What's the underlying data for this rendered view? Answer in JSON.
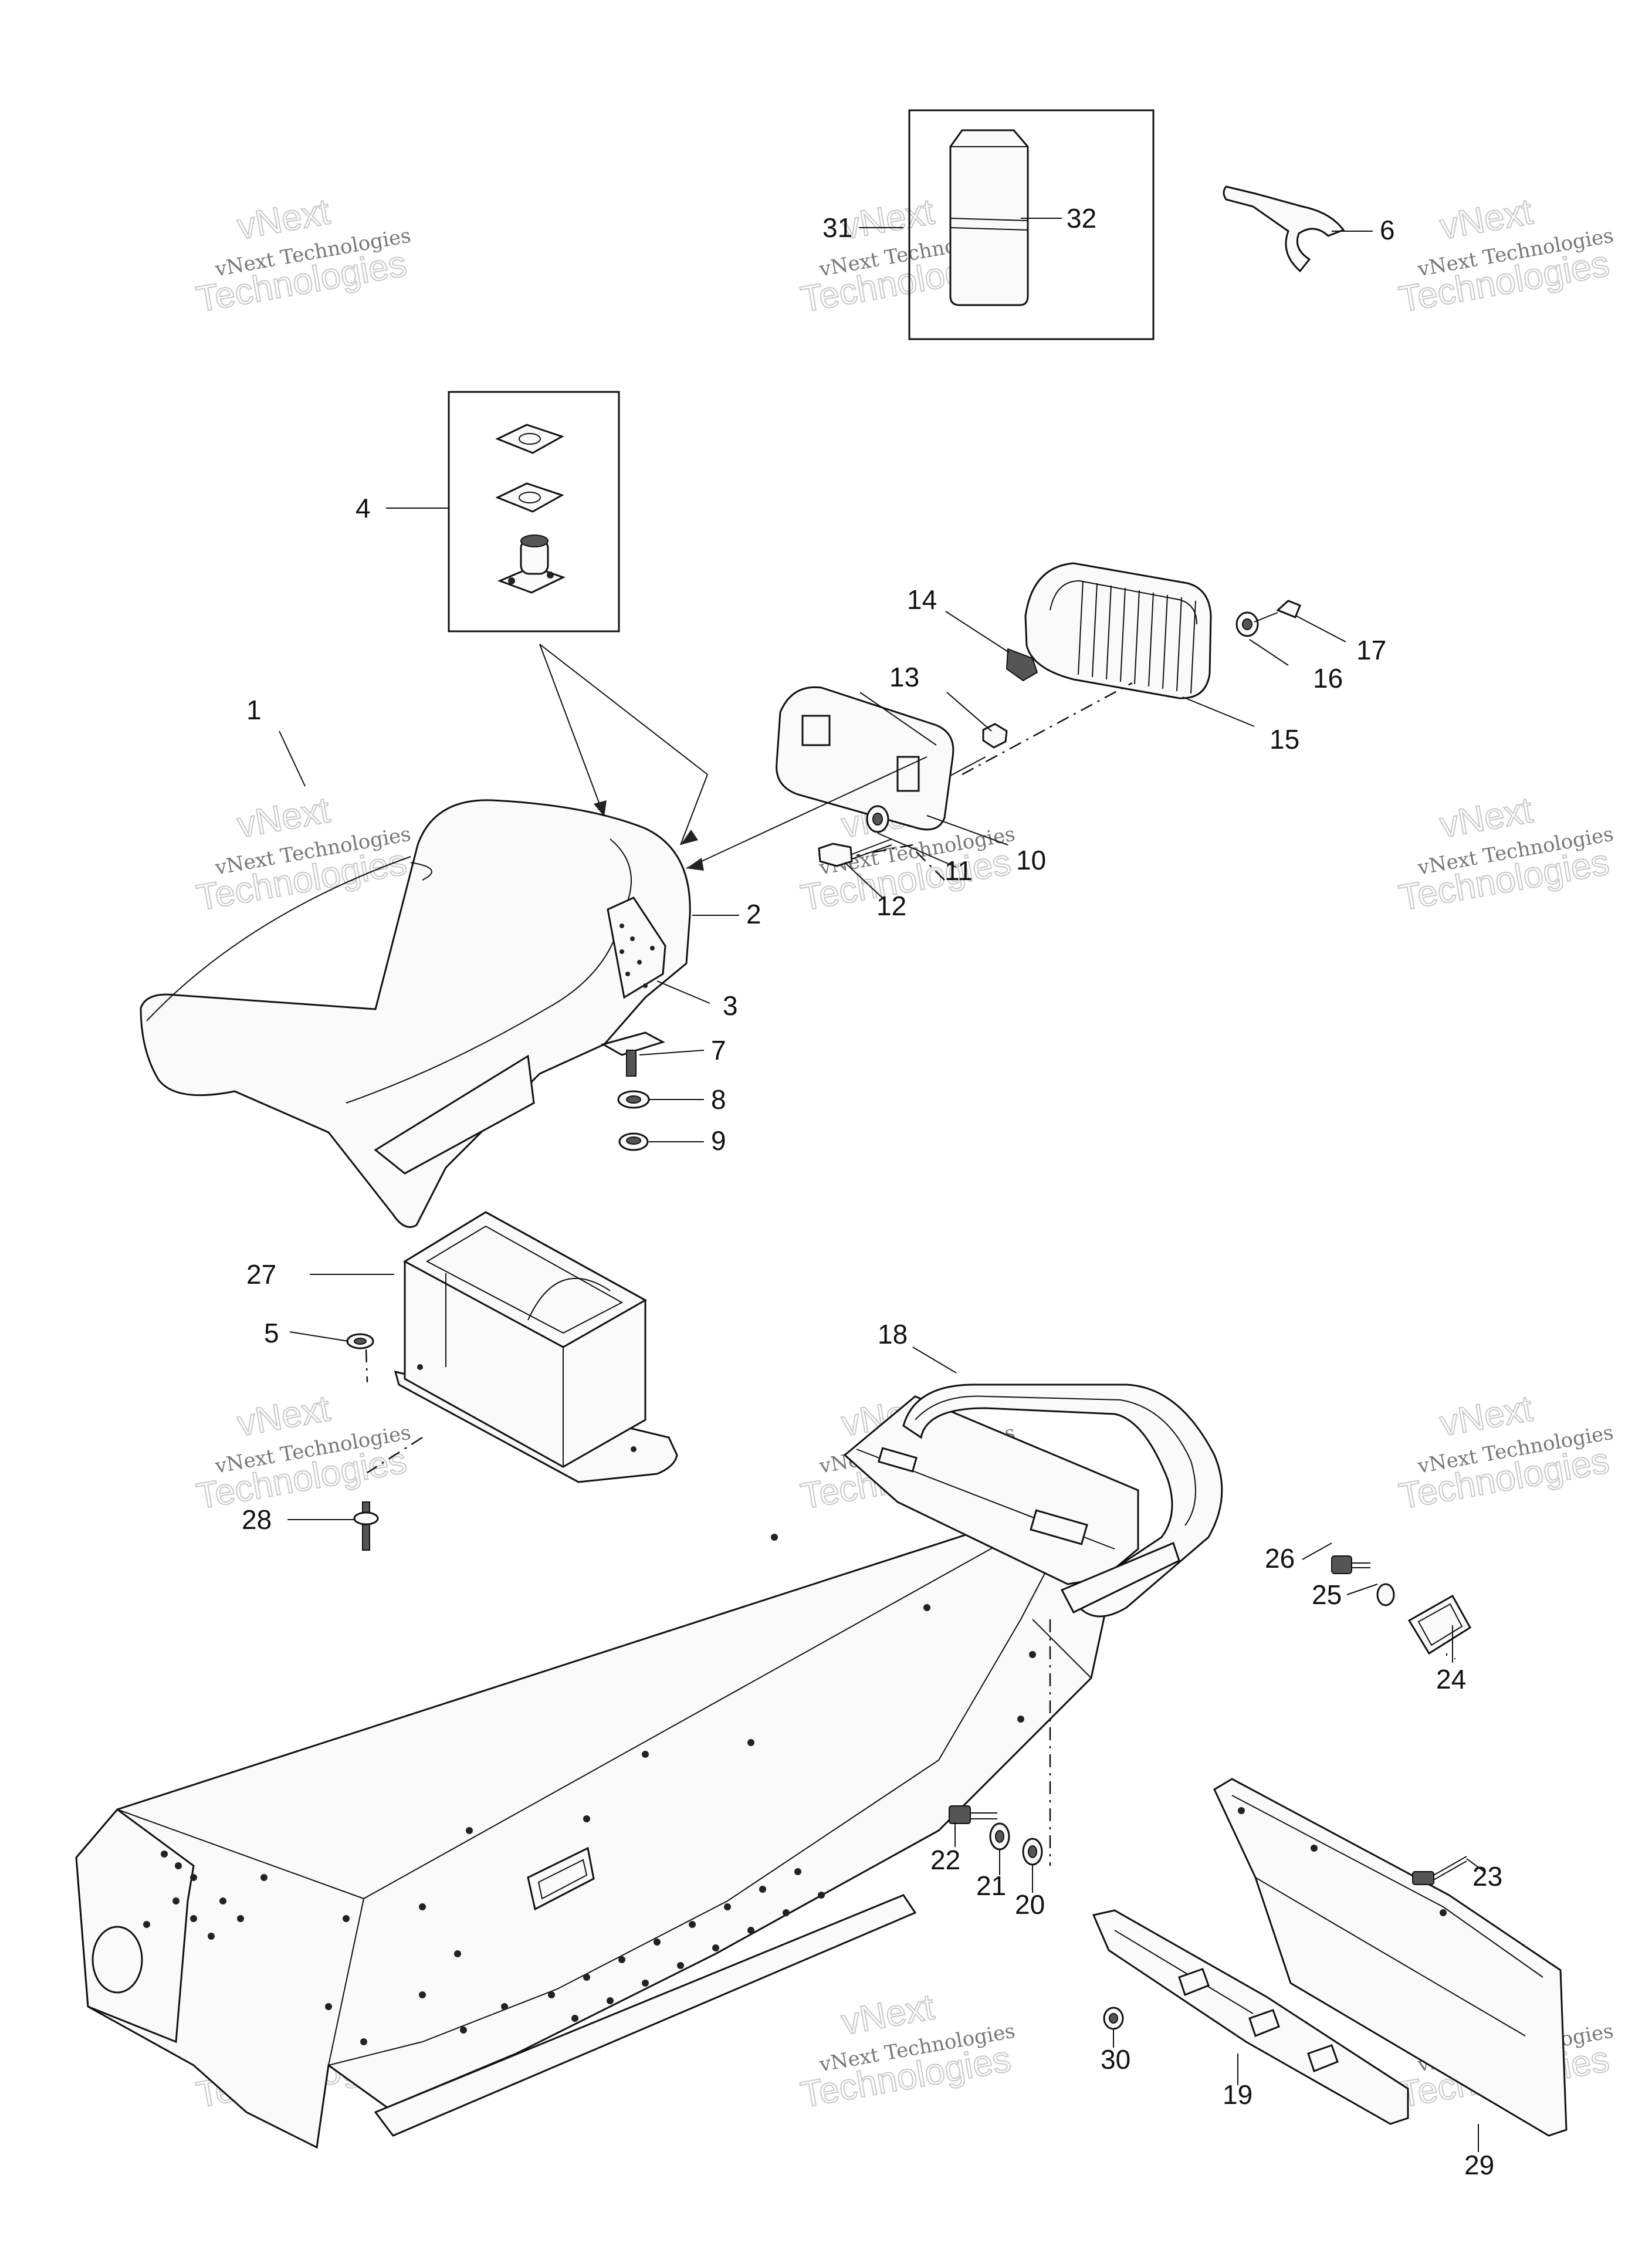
{
  "watermark": {
    "brand": "vNext",
    "line1": "vNext Technologies",
    "line2": "Technologies"
  },
  "callouts": [
    "1",
    "2",
    "3",
    "4",
    "5",
    "6",
    "7",
    "8",
    "9",
    "10",
    "11",
    "12",
    "13",
    "14",
    "15",
    "16",
    "17",
    "18",
    "19",
    "20",
    "21",
    "22",
    "23",
    "24",
    "25",
    "26",
    "27",
    "28",
    "29",
    "30",
    "31",
    "32"
  ]
}
